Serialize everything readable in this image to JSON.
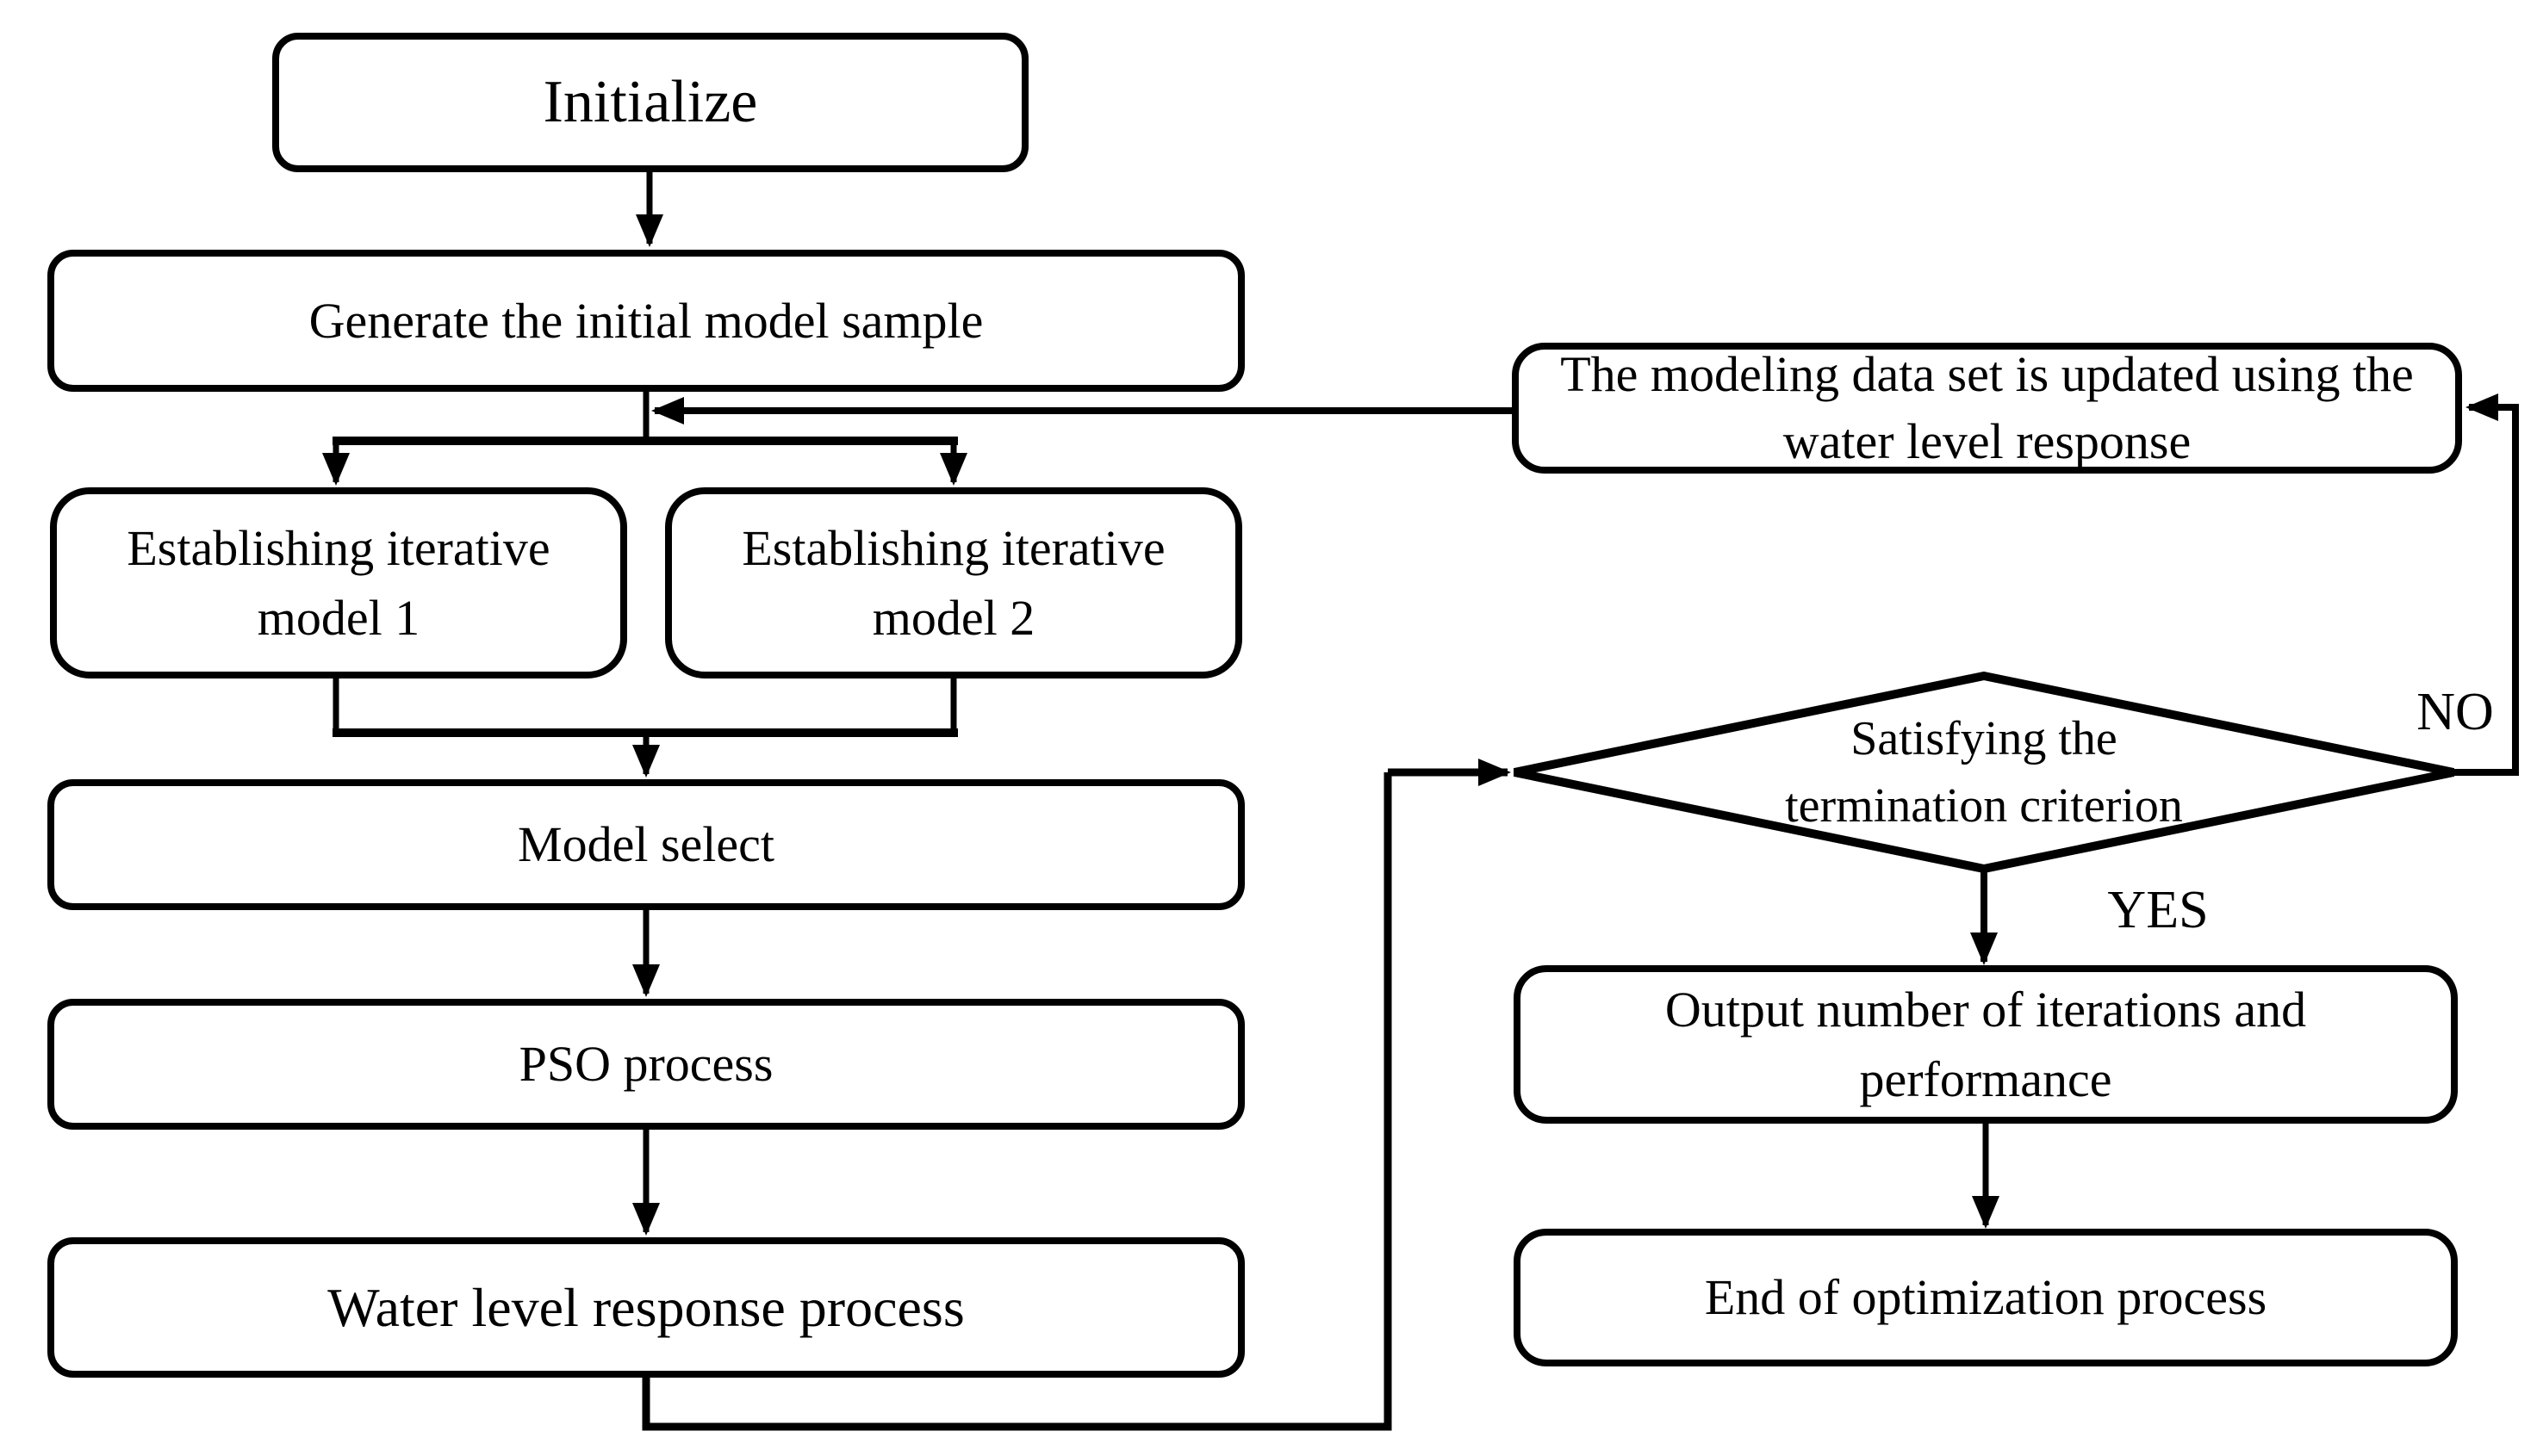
{
  "page": {
    "background_color": "#ffffff",
    "stroke_color": "#000000",
    "node_fill_color": "#ffffff",
    "text_color": "#000000"
  },
  "flowchart": {
    "nodes": {
      "initialize": {
        "label": "Initialize",
        "shape": "rounded-rectangle"
      },
      "generate_sample": {
        "label": "Generate the initial model sample",
        "shape": "rounded-rectangle"
      },
      "iterative_model_1": {
        "label": "Establishing iterative model 1",
        "shape": "rounded-rectangle"
      },
      "iterative_model_2": {
        "label": "Establishing iterative model 2",
        "shape": "rounded-rectangle"
      },
      "model_select": {
        "label": "Model select",
        "shape": "rounded-rectangle"
      },
      "pso_process": {
        "label": "PSO process",
        "shape": "rounded-rectangle"
      },
      "water_level_response": {
        "label": "Water level response process",
        "shape": "rounded-rectangle"
      },
      "update_data_set": {
        "label": "The modeling data set is updated using the water level response",
        "shape": "rounded-rectangle"
      },
      "termination_check": {
        "label": "Satisfying the termination criterion",
        "shape": "diamond"
      },
      "output_results": {
        "label": "Output number of iterations and performance",
        "shape": "rounded-rectangle"
      },
      "end_process": {
        "label": "End of optimization process",
        "shape": "rounded-rectangle"
      }
    },
    "edge_labels": {
      "no": "NO",
      "yes": "YES"
    },
    "edges": [
      {
        "from": "initialize",
        "to": "generate_sample"
      },
      {
        "from": "generate_sample",
        "to": "iterative_model_1"
      },
      {
        "from": "generate_sample",
        "to": "iterative_model_2"
      },
      {
        "from": "iterative_model_1",
        "to": "model_select"
      },
      {
        "from": "iterative_model_2",
        "to": "model_select"
      },
      {
        "from": "model_select",
        "to": "pso_process"
      },
      {
        "from": "pso_process",
        "to": "water_level_response"
      },
      {
        "from": "water_level_response",
        "to": "termination_check"
      },
      {
        "from": "termination_check",
        "to": "update_data_set",
        "label": "NO"
      },
      {
        "from": "update_data_set",
        "to": "generate_sample"
      },
      {
        "from": "termination_check",
        "to": "output_results",
        "label": "YES"
      },
      {
        "from": "output_results",
        "to": "end_process"
      }
    ]
  }
}
